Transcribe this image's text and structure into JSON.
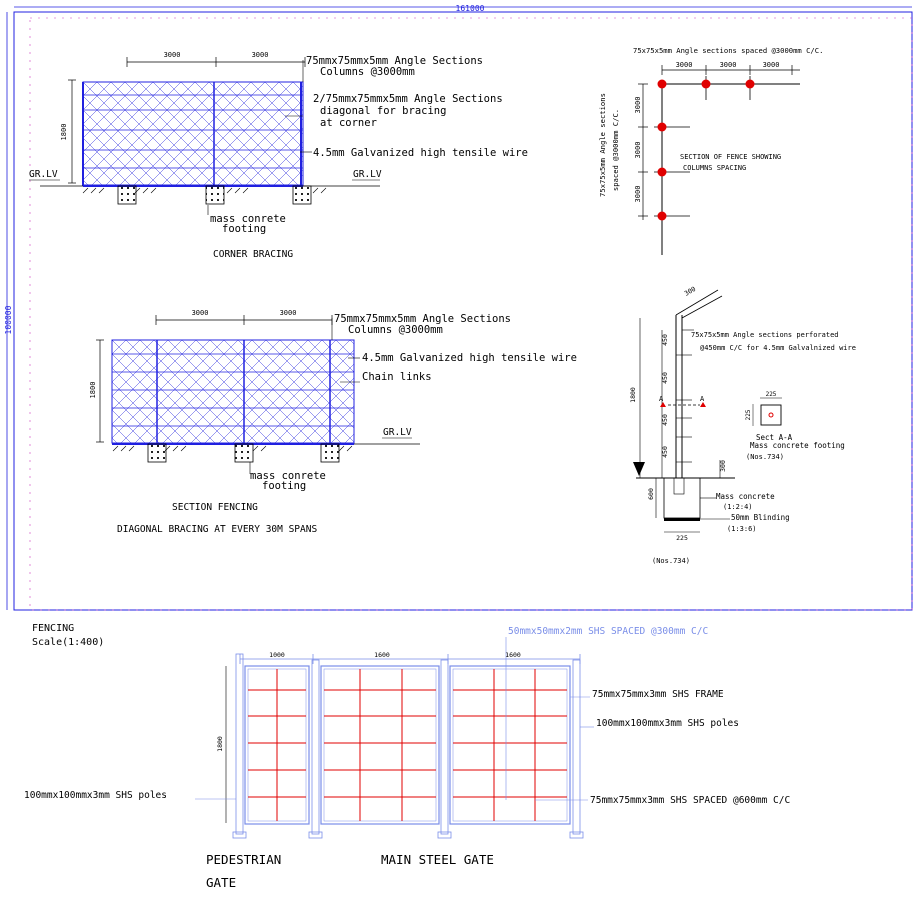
{
  "sheet": {
    "overall_width": "161000",
    "overall_height": "100000"
  },
  "corner_bracing": {
    "title": "CORNER BRACING",
    "dim_left": "3000",
    "dim_right": "3000",
    "height": "1800",
    "gr_left": "GR.LV",
    "gr_right": "GR.LV",
    "note_columns_1": "75mmx75mmx5mm Angle Sections",
    "note_columns_2": "Columns @3000mm",
    "note_bracing_1": "2/75mmx75mmx5mm Angle Sections",
    "note_bracing_2": "diagonal for bracing",
    "note_bracing_3": "at corner",
    "note_wire": "4.5mm Galvanized high tensile wire",
    "footing_1": "mass conrete",
    "footing_2": "footing"
  },
  "spacing_plan": {
    "top_note": "75x75x5mm Angle sections spaced @3000mm C/C.",
    "top_dims": [
      "3000",
      "3000",
      "3000"
    ],
    "side_dims": [
      "3000",
      "3000",
      "3000"
    ],
    "side_note_1": "75x75x5mm Angle sections",
    "side_note_2": "spaced @3000mm C/C.",
    "caption_1": "SECTION OF FENCE SHOWING",
    "caption_2": "COLUMNS SPACING"
  },
  "section_fencing": {
    "title": "SECTION FENCING",
    "subtitle": "DIAGONAL BRACING AT EVERY 30M SPANS",
    "dim_left": "3000",
    "dim_right": "3000",
    "height": "1800",
    "gr": "GR.LV",
    "note_columns_1": "75mmx75mmx5mm Angle Sections",
    "note_columns_2": "Columns @3000mm",
    "note_wire": "4.5mm Galvanized high tensile wire",
    "note_chain": "Chain links",
    "footing_1": "mass conrete",
    "footing_2": "footing"
  },
  "column_detail": {
    "top_dim": "300",
    "note_1": "75x75x5mm Angle sections perforated",
    "note_2": "@450mm C/C for 4.5mm Galvalnized wire",
    "height": "1800",
    "spacing_dims": [
      "450",
      "450",
      "450",
      "450"
    ],
    "section_mark_left": "A",
    "section_mark_right": "A",
    "sect_title": "Sect A-A",
    "sect_dim_w": "225",
    "sect_dim_h": "225",
    "footing_title": "Mass concrete footing",
    "footing_count": "(Nos.734)",
    "depth_dim": "600",
    "side_dim": "300",
    "mass_concrete": "Mass concrete",
    "mass_mix": "(1:2:4)",
    "blinding": "50mm Blinding",
    "blinding_mix": "(1:3:6)",
    "base_dim": "225",
    "nos": "(Nos.734)"
  },
  "fencing_label": {
    "title": "FENCING",
    "scale": "Scale(1:400)"
  },
  "gate": {
    "top_note": "50mmx50mmx2mm SHS SPACED @300mm C/C",
    "dims": [
      "1000",
      "1600",
      "1600"
    ],
    "height": "1800",
    "frame_note": "75mmx75mmx3mm SHS FRAME",
    "poles_note_right": "100mmx100mmx3mm SHS poles",
    "poles_note_left": "100mmx100mmx3mm SHS poles",
    "spaced_note": "75mmx75mmx3mm SHS SPACED @600mm C/C",
    "pedestrian_1": "PEDESTRIAN",
    "pedestrian_2": "GATE",
    "main": "MAIN STEEL GATE"
  },
  "colors": {
    "blue": "#2020e0",
    "light_blue": "#7a8ee8",
    "red": "#e00000",
    "black": "#000000",
    "magenta": "#d040c0"
  }
}
